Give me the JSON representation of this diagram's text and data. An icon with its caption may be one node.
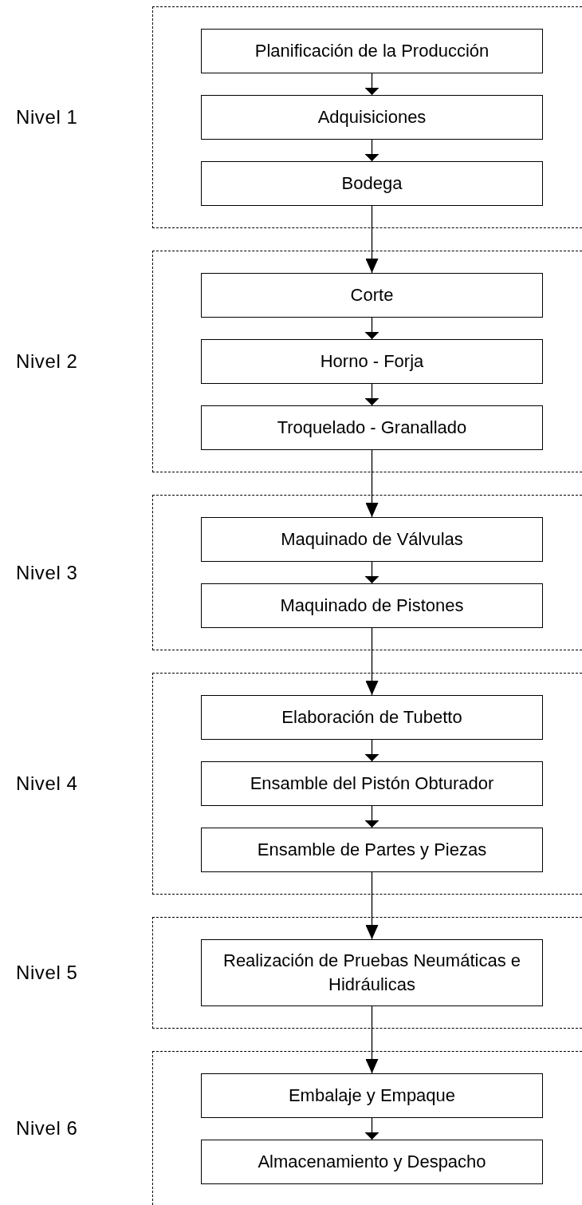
{
  "diagram": {
    "nodes": [
      {
        "text": [
          "Nivel 1"
        ]
      },
      {
        "text": [
          "Planificación de la Producción"
        ],
        "in": 0
      },
      {
        "text": [
          "Adquisiciones"
        ],
        "in": 0
      },
      {
        "text": [
          "Bodega"
        ],
        "in": 0
      },
      {
        "text": [
          "Nivel 2"
        ]
      },
      {
        "text": [
          "Corte"
        ],
        "in": 4
      },
      {
        "text": [
          "Horno - Forja"
        ],
        "in": 4
      },
      {
        "text": [
          "Troquelado - Granallado"
        ],
        "in": 4
      },
      {
        "text": [
          "Nivel 3"
        ]
      },
      {
        "text": [
          "Maquinado de Válvulas"
        ],
        "in": 8
      },
      {
        "text": [
          "Maquinado de Pistones"
        ],
        "in": 8
      },
      {
        "text": [
          "Nivel 4"
        ]
      },
      {
        "text": [
          "Elaboración de Tubetto"
        ],
        "in": 11
      },
      {
        "text": [
          "Ensamble del Pistón Obturador"
        ],
        "in": 11
      },
      {
        "text": [
          "Ensamble de Partes y Piezas"
        ],
        "in": 11
      },
      {
        "text": [
          "Nivel 5"
        ]
      },
      {
        "text": [
          "Realización de Pruebas Neumáticas e Hidráulicas"
        ],
        "in": 15
      },
      {
        "text": [
          "Nivel 6"
        ]
      },
      {
        "text": [
          "Embalaje y Empaque"
        ],
        "in": 17
      },
      {
        "text": [
          "Almacenamiento y Despacho"
        ],
        "in": 17
      }
    ],
    "edges": [
      {
        "from": 1,
        "to": 2,
        "arrow": "to"
      },
      {
        "from": 2,
        "to": 3,
        "arrow": "to"
      },
      {
        "from": 3,
        "to": 5,
        "arrow": "to"
      },
      {
        "from": 5,
        "to": 6,
        "arrow": "to"
      },
      {
        "from": 6,
        "to": 7,
        "arrow": "to"
      },
      {
        "from": 7,
        "to": 9,
        "arrow": "to"
      },
      {
        "from": 9,
        "to": 10,
        "arrow": "to"
      },
      {
        "from": 10,
        "to": 12,
        "arrow": "to"
      },
      {
        "from": 12,
        "to": 13,
        "arrow": "to"
      },
      {
        "from": 13,
        "to": 14,
        "arrow": "to"
      },
      {
        "from": 14,
        "to": 16,
        "arrow": "to"
      },
      {
        "from": 16,
        "to": 18,
        "arrow": "to"
      },
      {
        "from": 18,
        "to": 19,
        "arrow": "to"
      }
    ]
  }
}
